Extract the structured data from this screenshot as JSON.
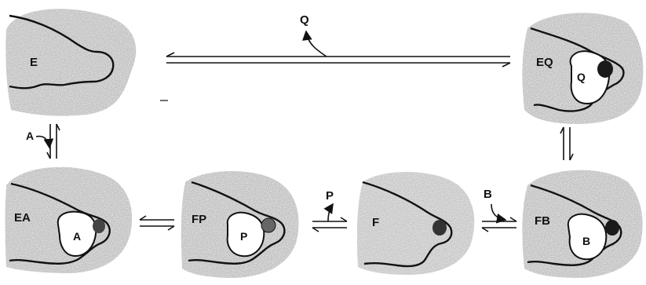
{
  "states": {
    "E": "E",
    "EQ": "EQ",
    "EA": "EA",
    "FP": "FP",
    "F": "F",
    "FB": "FB"
  },
  "ligands": {
    "Q_in_EQ": "Q",
    "A_in_EA": "A",
    "P_in_FP": "P",
    "B_in_FB": "B"
  },
  "arrows": {
    "Q_release": "Q",
    "A_binding": "A",
    "P_release": "P",
    "B_binding": "B"
  },
  "colors": {
    "ink": "#111111",
    "shading": "#9a9a9a",
    "cofactor": "#1a1a1a"
  }
}
